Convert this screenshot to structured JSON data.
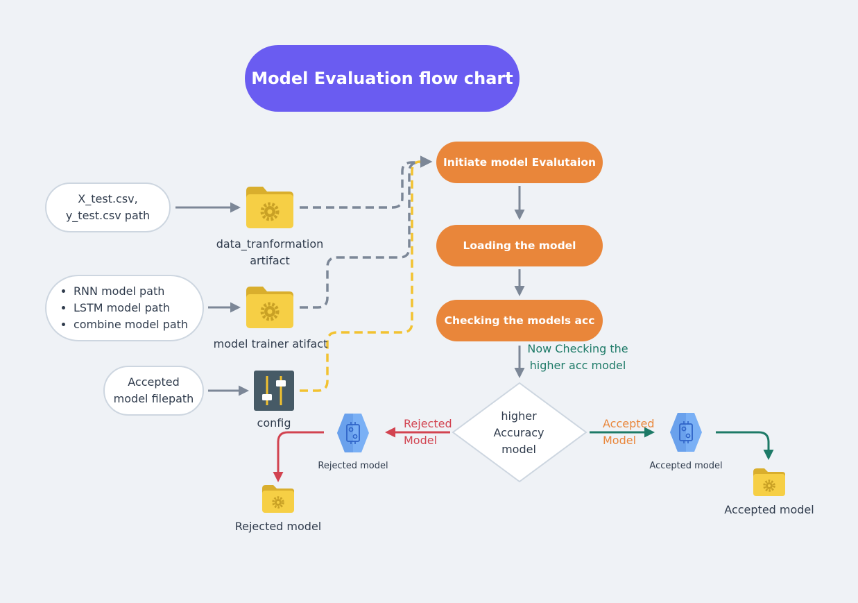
{
  "title": "Model Evaluation flow chart",
  "inputs": {
    "test_csv": [
      "X_test.csv,",
      "y_test.csv path"
    ],
    "model_paths": [
      "RNN model path",
      "LSTM model path",
      "combine model path"
    ],
    "accepted_filepath": [
      "Accepted",
      "model filepath"
    ]
  },
  "artifacts": {
    "data_transformation": [
      "data_tranformation",
      "artifact"
    ],
    "model_trainer": "model trainer atifact",
    "config": "config"
  },
  "steps": [
    "Initiate model Evalutaion",
    "Loading the model",
    "Checking the models acc"
  ],
  "check_note": [
    "Now Checking the",
    "higher acc model"
  ],
  "decision": [
    "higher",
    "Accuracy",
    "model"
  ],
  "rejected": {
    "edge_label": [
      "Rejected",
      "Model"
    ],
    "model_label": "Rejected model",
    "folder_label": "Rejected model"
  },
  "accepted": {
    "edge_label": [
      "Accepted",
      "Model"
    ],
    "model_label": "Accepted model",
    "folder_label": "Accepted model"
  },
  "colors": {
    "title_bg": "#6a5cf1",
    "step_bg": "#e9863a",
    "folder": "#f6cf45",
    "connector": "#7c8797",
    "config_link": "#f2c230",
    "rejected": "#d24350",
    "accepted": "#1d7a67",
    "model_icon": "#7ab0f5"
  },
  "icons": [
    "folder-gear-icon",
    "config-sliders-icon",
    "model-chip-icon"
  ]
}
